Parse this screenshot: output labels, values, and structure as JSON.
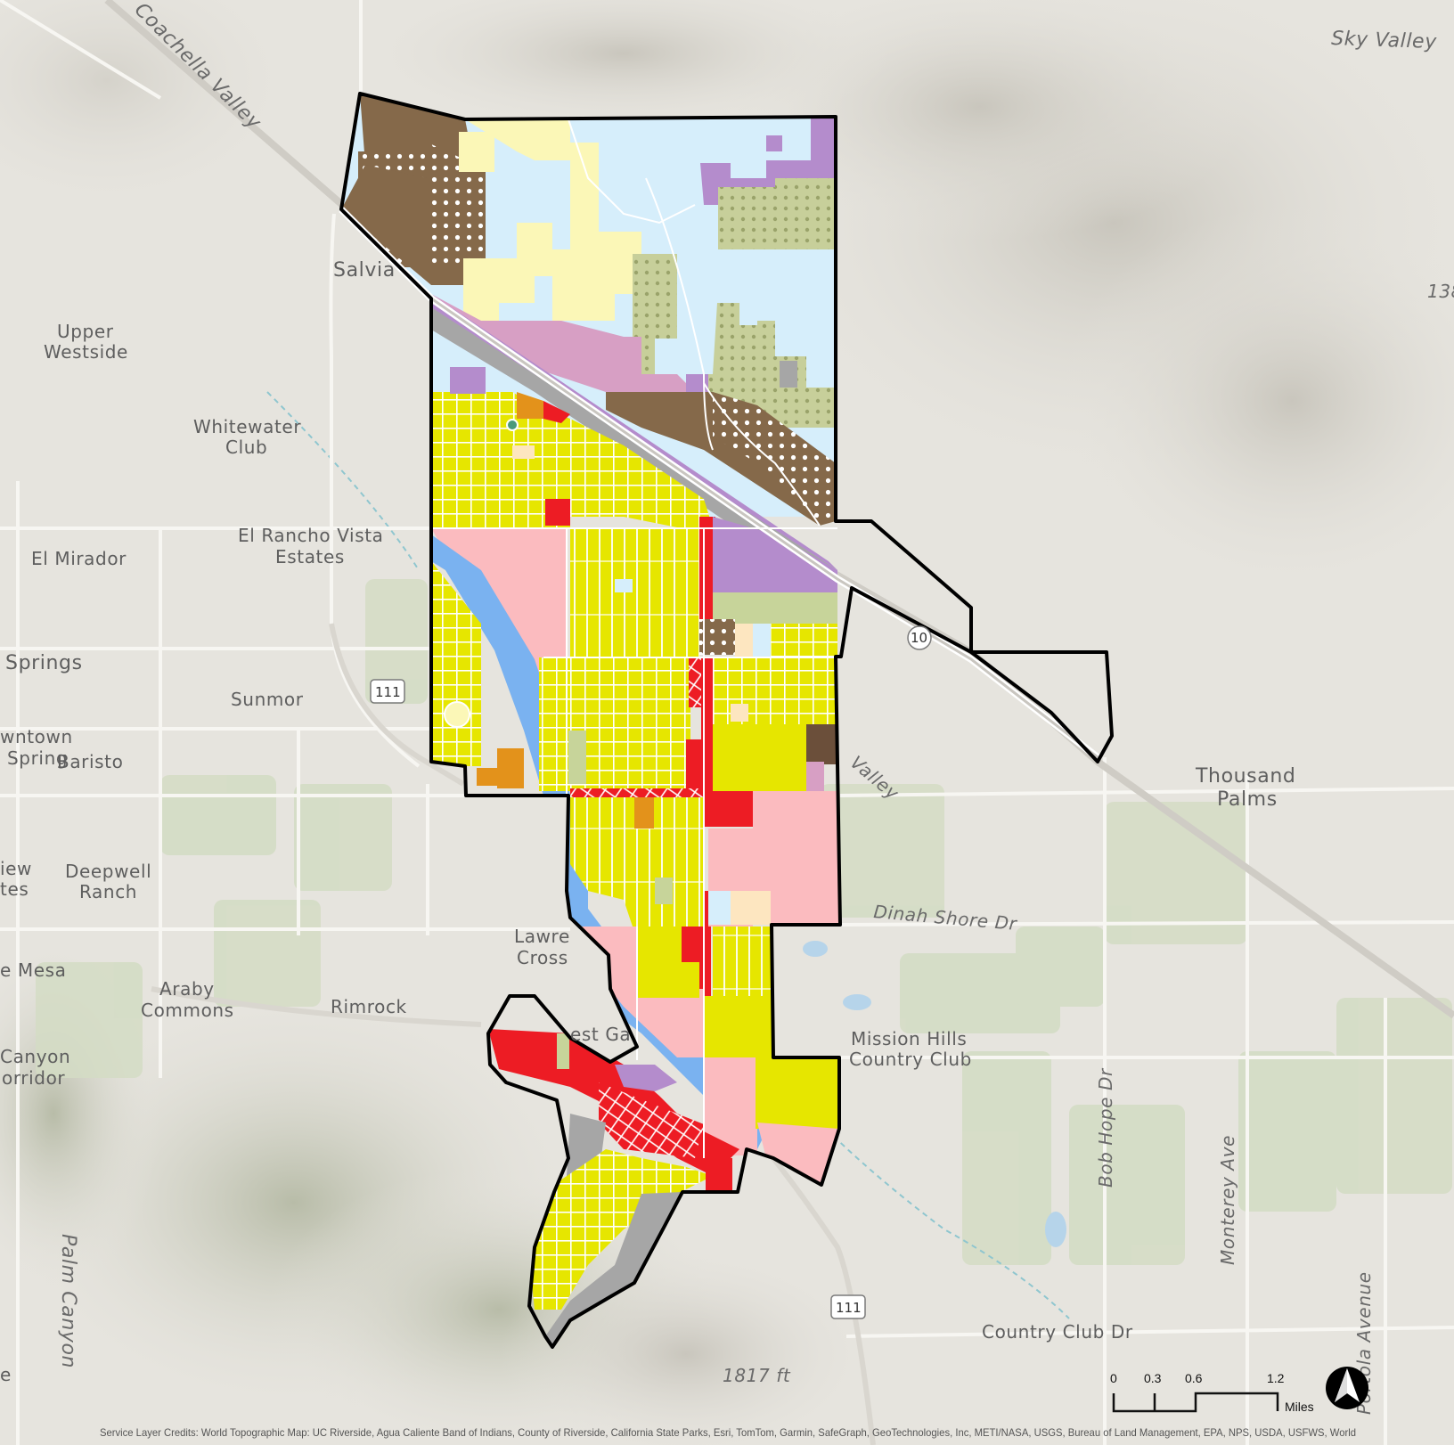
{
  "map": {
    "place_labels": [
      {
        "id": "sky-valley",
        "text": "Sky Valley"
      },
      {
        "id": "coachella-valley",
        "text": "Coachella Valley"
      },
      {
        "id": "salvia",
        "text": "Salvia"
      },
      {
        "id": "upper-westside-1",
        "text": "Upper"
      },
      {
        "id": "upper-westside-2",
        "text": "Westside"
      },
      {
        "id": "whitewater-1",
        "text": "Whitewater"
      },
      {
        "id": "whitewater-2",
        "text": "Club"
      },
      {
        "id": "el-rancho-1",
        "text": "El Rancho Vista"
      },
      {
        "id": "el-rancho-2",
        "text": "Estates"
      },
      {
        "id": "el-mirador",
        "text": "El Mirador"
      },
      {
        "id": "springs",
        "text": "Springs"
      },
      {
        "id": "sunmor",
        "text": "Sunmor"
      },
      {
        "id": "downtown-1",
        "text": "wntown"
      },
      {
        "id": "downtown-2",
        "text": "Spring"
      },
      {
        "id": "baristo",
        "text": "Baristo"
      },
      {
        "id": "view-1",
        "text": "iew"
      },
      {
        "id": "view-2",
        "text": "tes"
      },
      {
        "id": "deepwell-1",
        "text": "Deepwell"
      },
      {
        "id": "deepwell-2",
        "text": "Ranch"
      },
      {
        "id": "mesa",
        "text": "e Mesa"
      },
      {
        "id": "araby-1",
        "text": "Araby"
      },
      {
        "id": "araby-2",
        "text": "Commons"
      },
      {
        "id": "rimrock",
        "text": "Rimrock"
      },
      {
        "id": "canyon-1",
        "text": "Canyon"
      },
      {
        "id": "canyon-2",
        "text": "orridor"
      },
      {
        "id": "palm-canyon",
        "text": "Palm Canyon"
      },
      {
        "id": "lawrence-1",
        "text": "Lawre"
      },
      {
        "id": "lawrence-2",
        "text": "Cross"
      },
      {
        "id": "west-gate",
        "text": "est Ga"
      },
      {
        "id": "valley-road",
        "text": "Valley"
      },
      {
        "id": "thousand-1",
        "text": "Thousand"
      },
      {
        "id": "thousand-2",
        "text": "Palms"
      },
      {
        "id": "dinah-shore",
        "text": "Dinah Shore Dr"
      },
      {
        "id": "mission-hills-1",
        "text": "Mission Hills"
      },
      {
        "id": "mission-hills-2",
        "text": "Country Club"
      },
      {
        "id": "bob-hope",
        "text": "Bob Hope Dr"
      },
      {
        "id": "monterey",
        "text": "Monterey Ave"
      },
      {
        "id": "portola",
        "text": "Portola Avenue"
      },
      {
        "id": "country-club-dr",
        "text": "Country Club Dr"
      },
      {
        "id": "elevation",
        "text": "1817 ft"
      },
      {
        "id": "edge-138",
        "text": "138"
      },
      {
        "id": "edge-e",
        "text": "e"
      }
    ],
    "shields": [
      {
        "id": "hwy-111-north",
        "text": "111"
      },
      {
        "id": "hwy-111-south",
        "text": "111"
      },
      {
        "id": "hwy-10",
        "text": "10"
      }
    ],
    "scale_bar": {
      "ticks": [
        "0",
        "0.3",
        "0.6",
        "1.2"
      ],
      "unit": "Miles"
    },
    "credits": "Service Layer Credits: World Topographic Map: UC Riverside, Agua Caliente Band of Indians, County of Riverside, California State Parks, Esri, TomTom, Garmin, SafeGraph, GeoTechnologies, Inc, METI/NASA, USGS, Bureau of Land Management, EPA, NPS, USDA, USFWS, World",
    "colors": {
      "background": "#e6e4de",
      "open_space": "#d6eefb",
      "light_yellow": "#fbf7b7",
      "brown": "#85694a",
      "purple": "#b48ccc",
      "olive_dot": "#c7cf9a",
      "pink": "#d79fc4",
      "yellow": "#e6e600",
      "salmon": "#fbbbbf",
      "red": "#ed1c24",
      "blue": "#7ab2f0",
      "gray": "#a6a6a6",
      "orange": "#e3921b",
      "boundary": "#000000"
    }
  }
}
